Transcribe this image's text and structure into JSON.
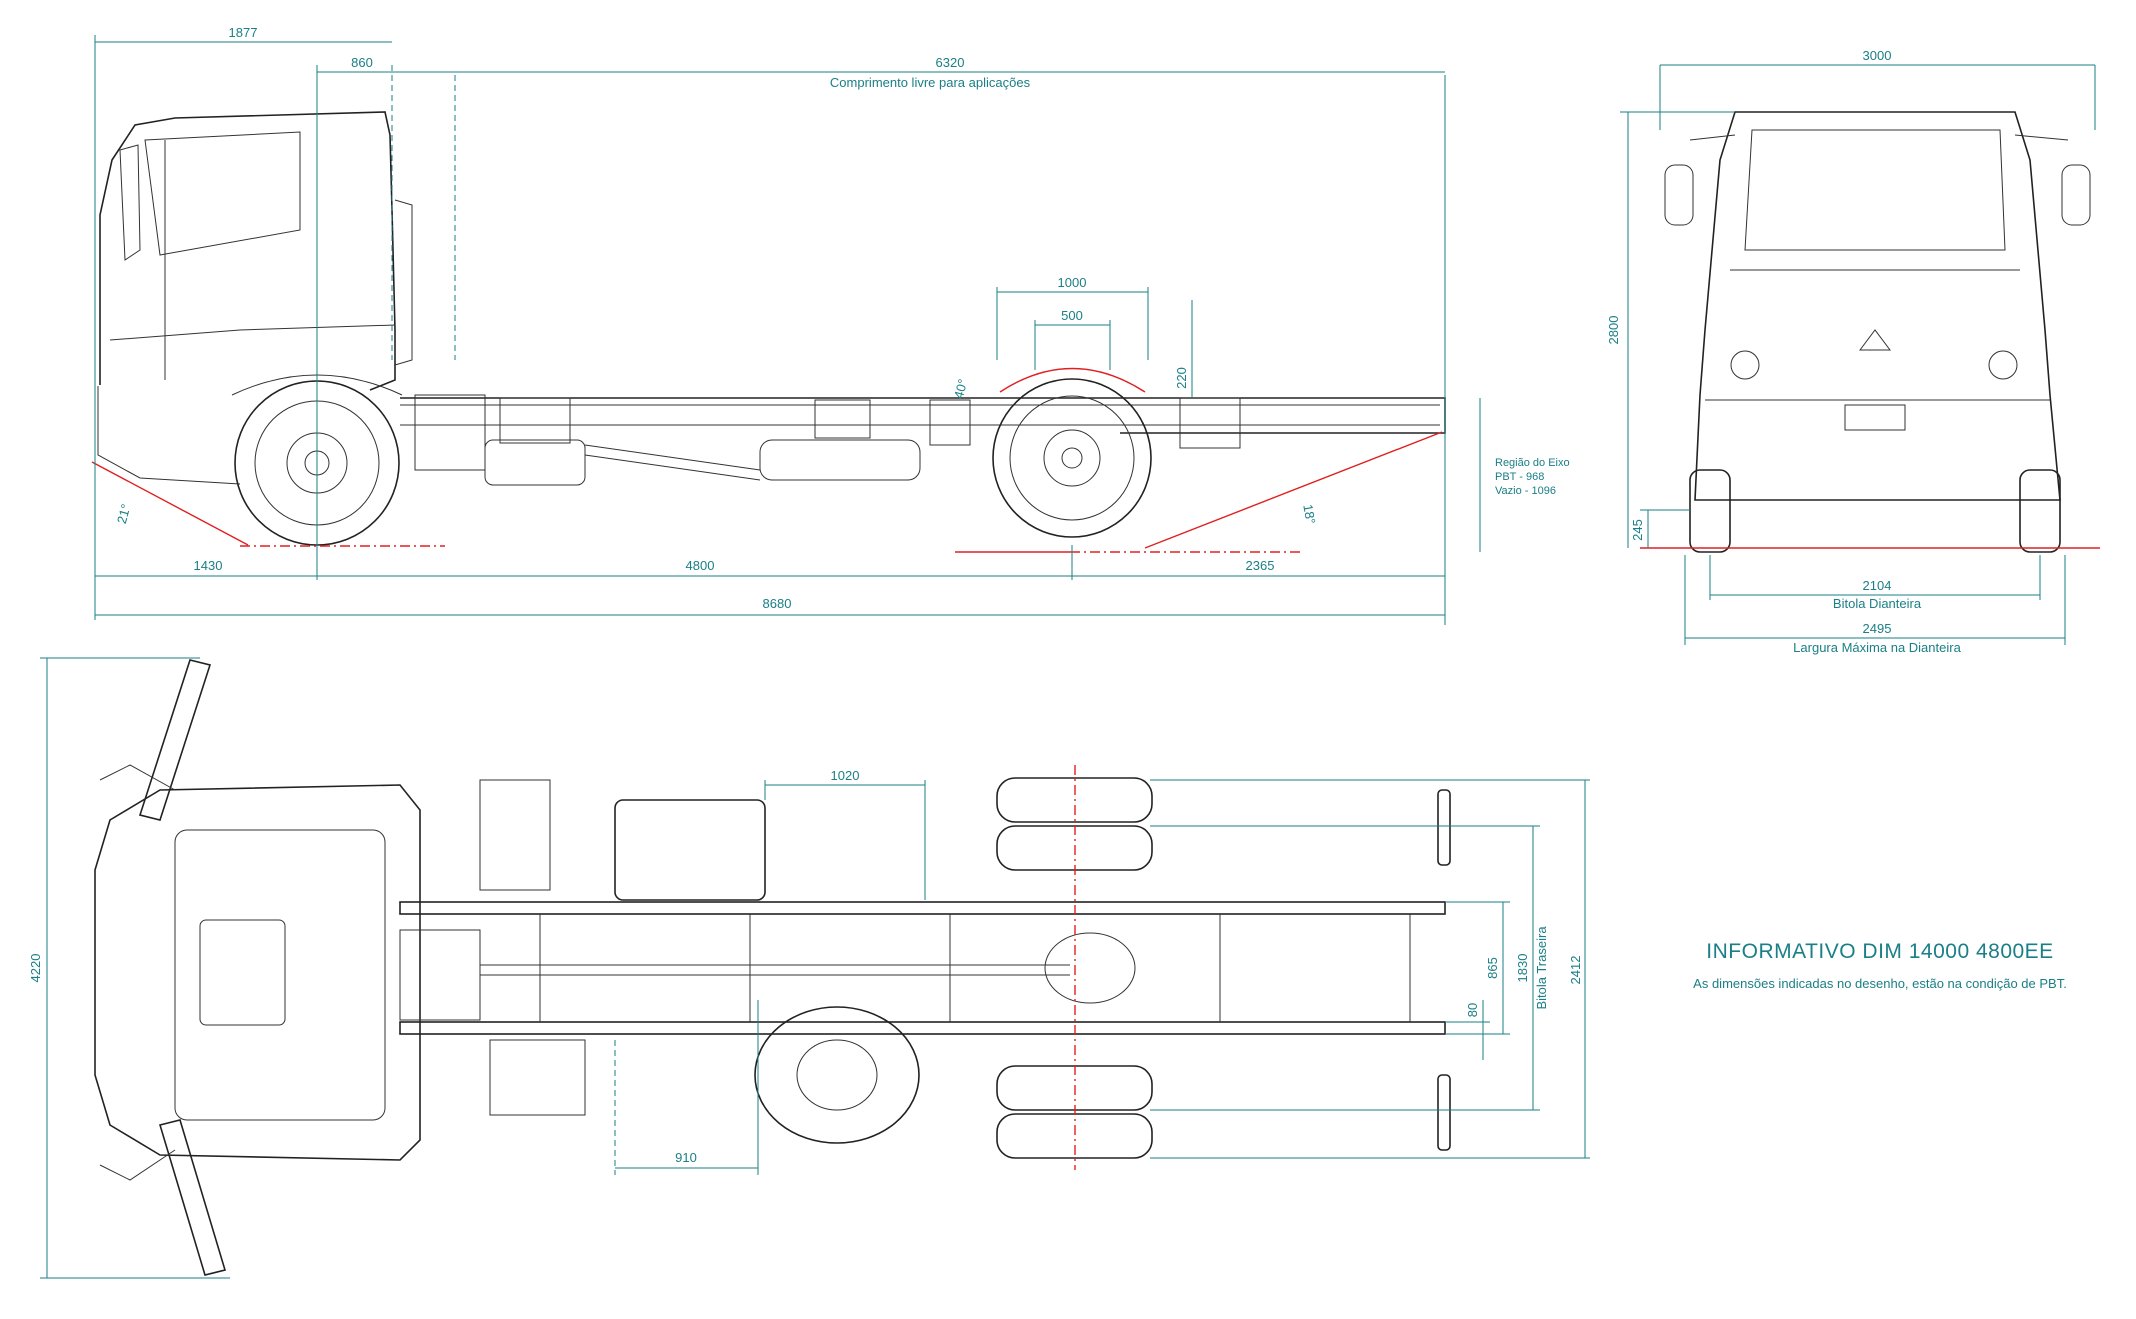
{
  "dimensions": {
    "d1877": "1877",
    "d860": "860",
    "d6320": "6320",
    "free_length_label": "Comprimento livre para aplicações",
    "d1000": "1000",
    "d500": "500",
    "d220": "220",
    "angle_40": "40°",
    "angle_21": "21°",
    "angle_18": "18°",
    "d1430": "1430",
    "d4800": "4800",
    "d2365": "2365",
    "d8680": "8680",
    "d3000": "3000",
    "d2800": "2800",
    "d245": "245",
    "d2104": "2104",
    "front_track_label": "Bitola Dianteira",
    "d2495": "2495",
    "max_width_label": "Largura Máxima na Dianteira",
    "d1020": "1020",
    "d910": "910",
    "d4220": "4220",
    "d865": "865",
    "d80": "80",
    "d1830": "1830",
    "rear_track_label": "Bitola Traseira",
    "d2412": "2412"
  },
  "axle_note": {
    "line1": "Região do Eixo",
    "line2": "PBT - 968",
    "line3": "Vazio - 1096"
  },
  "info": {
    "title": "INFORMATIVO DIM 14000 4800EE",
    "subtitle": "As dimensões indicadas no desenho, estão na condição de PBT."
  },
  "colors": {
    "dimension": "#1a7f86",
    "line": "#222222",
    "reference": "#e02020"
  }
}
